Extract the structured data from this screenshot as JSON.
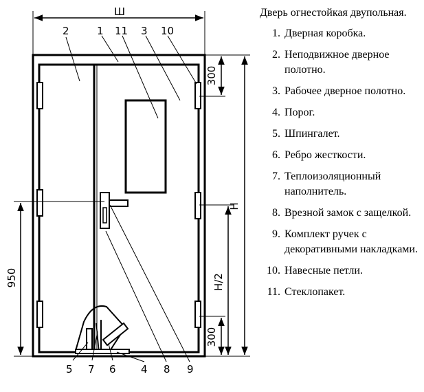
{
  "diagram": {
    "width_label": "Ш",
    "height_label": "Н",
    "dim_top": "300",
    "dim_right_bottom": "300",
    "dim_left": "950",
    "dim_mid": "Н/2",
    "callouts": {
      "c1": "1",
      "c2": "2",
      "c3": "3",
      "c4": "4",
      "c5": "5",
      "c6": "6",
      "c7": "7",
      "c8": "8",
      "c9": "9",
      "c10": "10",
      "c11": "11"
    }
  },
  "legend": {
    "title": "Дверь огнестойкая двупольная.",
    "items": [
      {
        "num": "1.",
        "text": "Дверная коробка."
      },
      {
        "num": "2.",
        "text": "Неподвижное дверное полотно."
      },
      {
        "num": "3.",
        "text": "Рабочее дверное полотно."
      },
      {
        "num": "4.",
        "text": "Порог."
      },
      {
        "num": "5.",
        "text": "Шпингалет."
      },
      {
        "num": "6.",
        "text": "Ребро жесткости."
      },
      {
        "num": "7.",
        "text": "Теплоизоляционный наполнитель."
      },
      {
        "num": "8.",
        "text": "Врезной замок с защелкой."
      },
      {
        "num": "9.",
        "text": "Комплект ручек с декоративными накладками."
      },
      {
        "num": "10.",
        "text": "Навесные петли."
      },
      {
        "num": "11.",
        "text": "Стеклопакет."
      }
    ]
  }
}
